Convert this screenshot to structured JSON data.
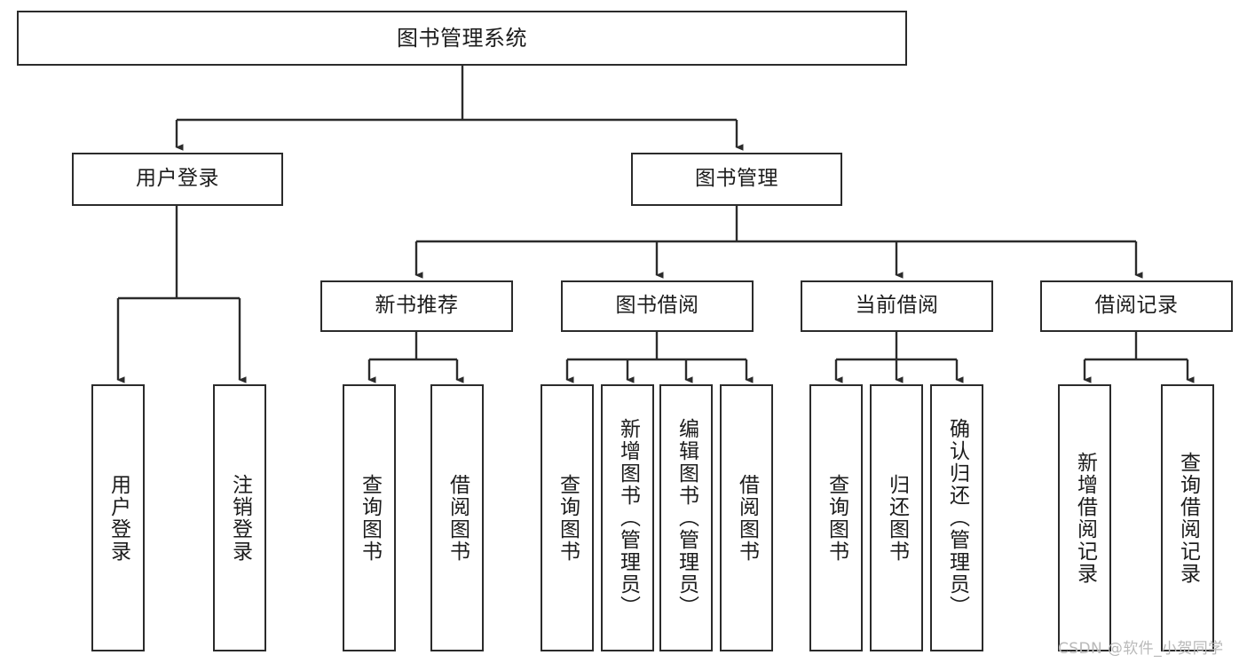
{
  "diagram": {
    "title": "图书管理系统",
    "type": "hierarchy-tree",
    "colors": {
      "box_border": "#2b2b2b",
      "box_fill": "#ffffff",
      "connector": "#2b2b2b",
      "text": "#1c1c1c",
      "watermark": "#b9b9b9",
      "background": "#ffffff"
    },
    "nodes": {
      "root": {
        "label": "图书管理系统"
      },
      "level2": [
        {
          "label": "用户登录"
        },
        {
          "label": "图书管理"
        }
      ],
      "level3": [
        {
          "label": "新书推荐"
        },
        {
          "label": "图书借阅"
        },
        {
          "label": "当前借阅"
        },
        {
          "label": "借阅记录"
        }
      ],
      "leaves_user_login": [
        {
          "label": "用户登录"
        },
        {
          "label": "注销登录"
        }
      ],
      "leaves_new_book": [
        {
          "label": "查询图书"
        },
        {
          "label": "借阅图书"
        }
      ],
      "leaves_borrow": [
        {
          "label": "查询图书"
        },
        {
          "label": "新增图书（管理员）"
        },
        {
          "label": "编辑图书（管理员）"
        },
        {
          "label": "借阅图书"
        }
      ],
      "leaves_current": [
        {
          "label": "查询图书"
        },
        {
          "label": "归还图书"
        },
        {
          "label": "确认归还（管理员）"
        }
      ],
      "leaves_records": [
        {
          "label": "新增借阅记录"
        },
        {
          "label": "查询借阅记录"
        }
      ]
    },
    "watermark": "CSDN @软件_小贺同学"
  }
}
